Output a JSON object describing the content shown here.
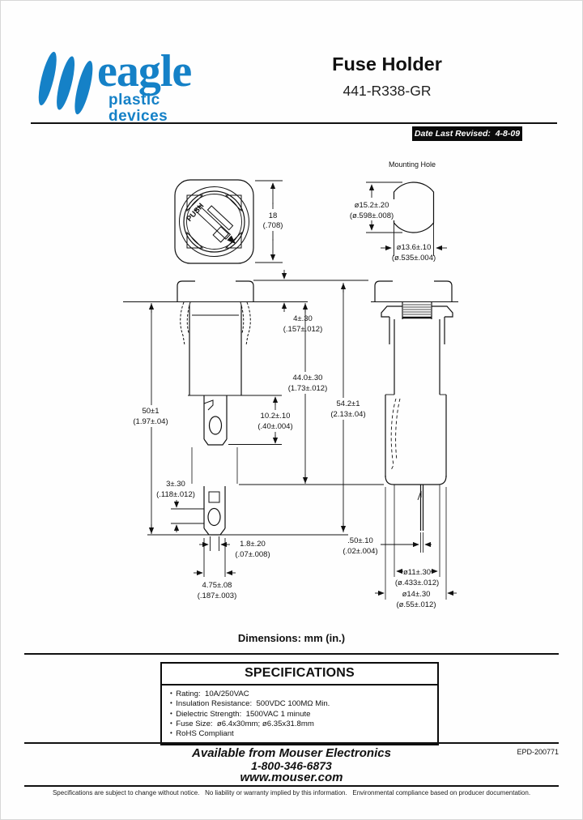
{
  "header": {
    "logo_name": "eagle",
    "logo_tagline": "plastic devices",
    "brand_color": "#1581c7",
    "title": "Fuse Holder",
    "part_number": "441-R338-GR",
    "date_revised": "Date Last Revised:  4-8-09"
  },
  "drawing": {
    "front_view": {
      "push_label": "PUSH",
      "dim_cap_width": {
        "mm": "18",
        "in": "(.708)"
      }
    },
    "mounting_hole": {
      "title": "Mounting Hole",
      "dim_diameter": {
        "mm": "ø15.2±.20",
        "in": "(ø.598±.008)"
      },
      "dim_across_flats": {
        "mm": "ø13.6±.10",
        "in": "(ø.535±.004)"
      }
    },
    "side_view": {
      "dim_flange_height": {
        "mm": "4±.30",
        "in": "(.157±.012)"
      },
      "dim_body_length": {
        "mm": "44.0±.30",
        "in": "(1.73±.012)"
      },
      "dim_below_panel": {
        "mm": "50±1",
        "in": "(1.97±.04)"
      },
      "dim_overall_length": {
        "mm": "54.2±1",
        "in": "(2.13±.04)"
      },
      "dim_terminal_length": {
        "mm": "10.2±.10",
        "in": "(.40±.004)"
      },
      "dim_hole_position": {
        "mm": "3±.30",
        "in": "(.118±.012)"
      },
      "dim_terminal_thickness": {
        "mm": "1.8±.20",
        "in": "(.07±.008)"
      },
      "dim_terminal_width": {
        "mm": "4.75±.08",
        "in": "(.187±.003)"
      }
    },
    "rear_view": {
      "dim_pin_thickness": {
        "mm": ".50±.10",
        "in": "(.02±.004)"
      },
      "dim_body_diameter": {
        "mm": "ø11±.30",
        "in": "(ø.433±.012)"
      },
      "dim_flange_diameter": {
        "mm": "ø14±.30",
        "in": "(ø.55±.012)"
      }
    },
    "units_note": "Dimensions: mm (in.)"
  },
  "specifications": {
    "title": "SPECIFICATIONS",
    "items": [
      "Rating:  10A/250VAC",
      "Insulation Resistance:  500VDC 100MΩ Min.",
      "Dielectric Strength:  1500VAC 1 minute",
      "Fuse Size:  ø6.4x30mm; ø6.35x31.8mm",
      "RoHS Compliant"
    ]
  },
  "footer": {
    "available": "Available from Mouser Electronics",
    "phone": "1-800-346-6873",
    "website": "www.mouser.com",
    "doc_number": "EPD-200771",
    "disclaimer": "Specifications are subject to change without notice.   No liability or warranty implied by this information.   Environmental compliance based on producer documentation."
  }
}
